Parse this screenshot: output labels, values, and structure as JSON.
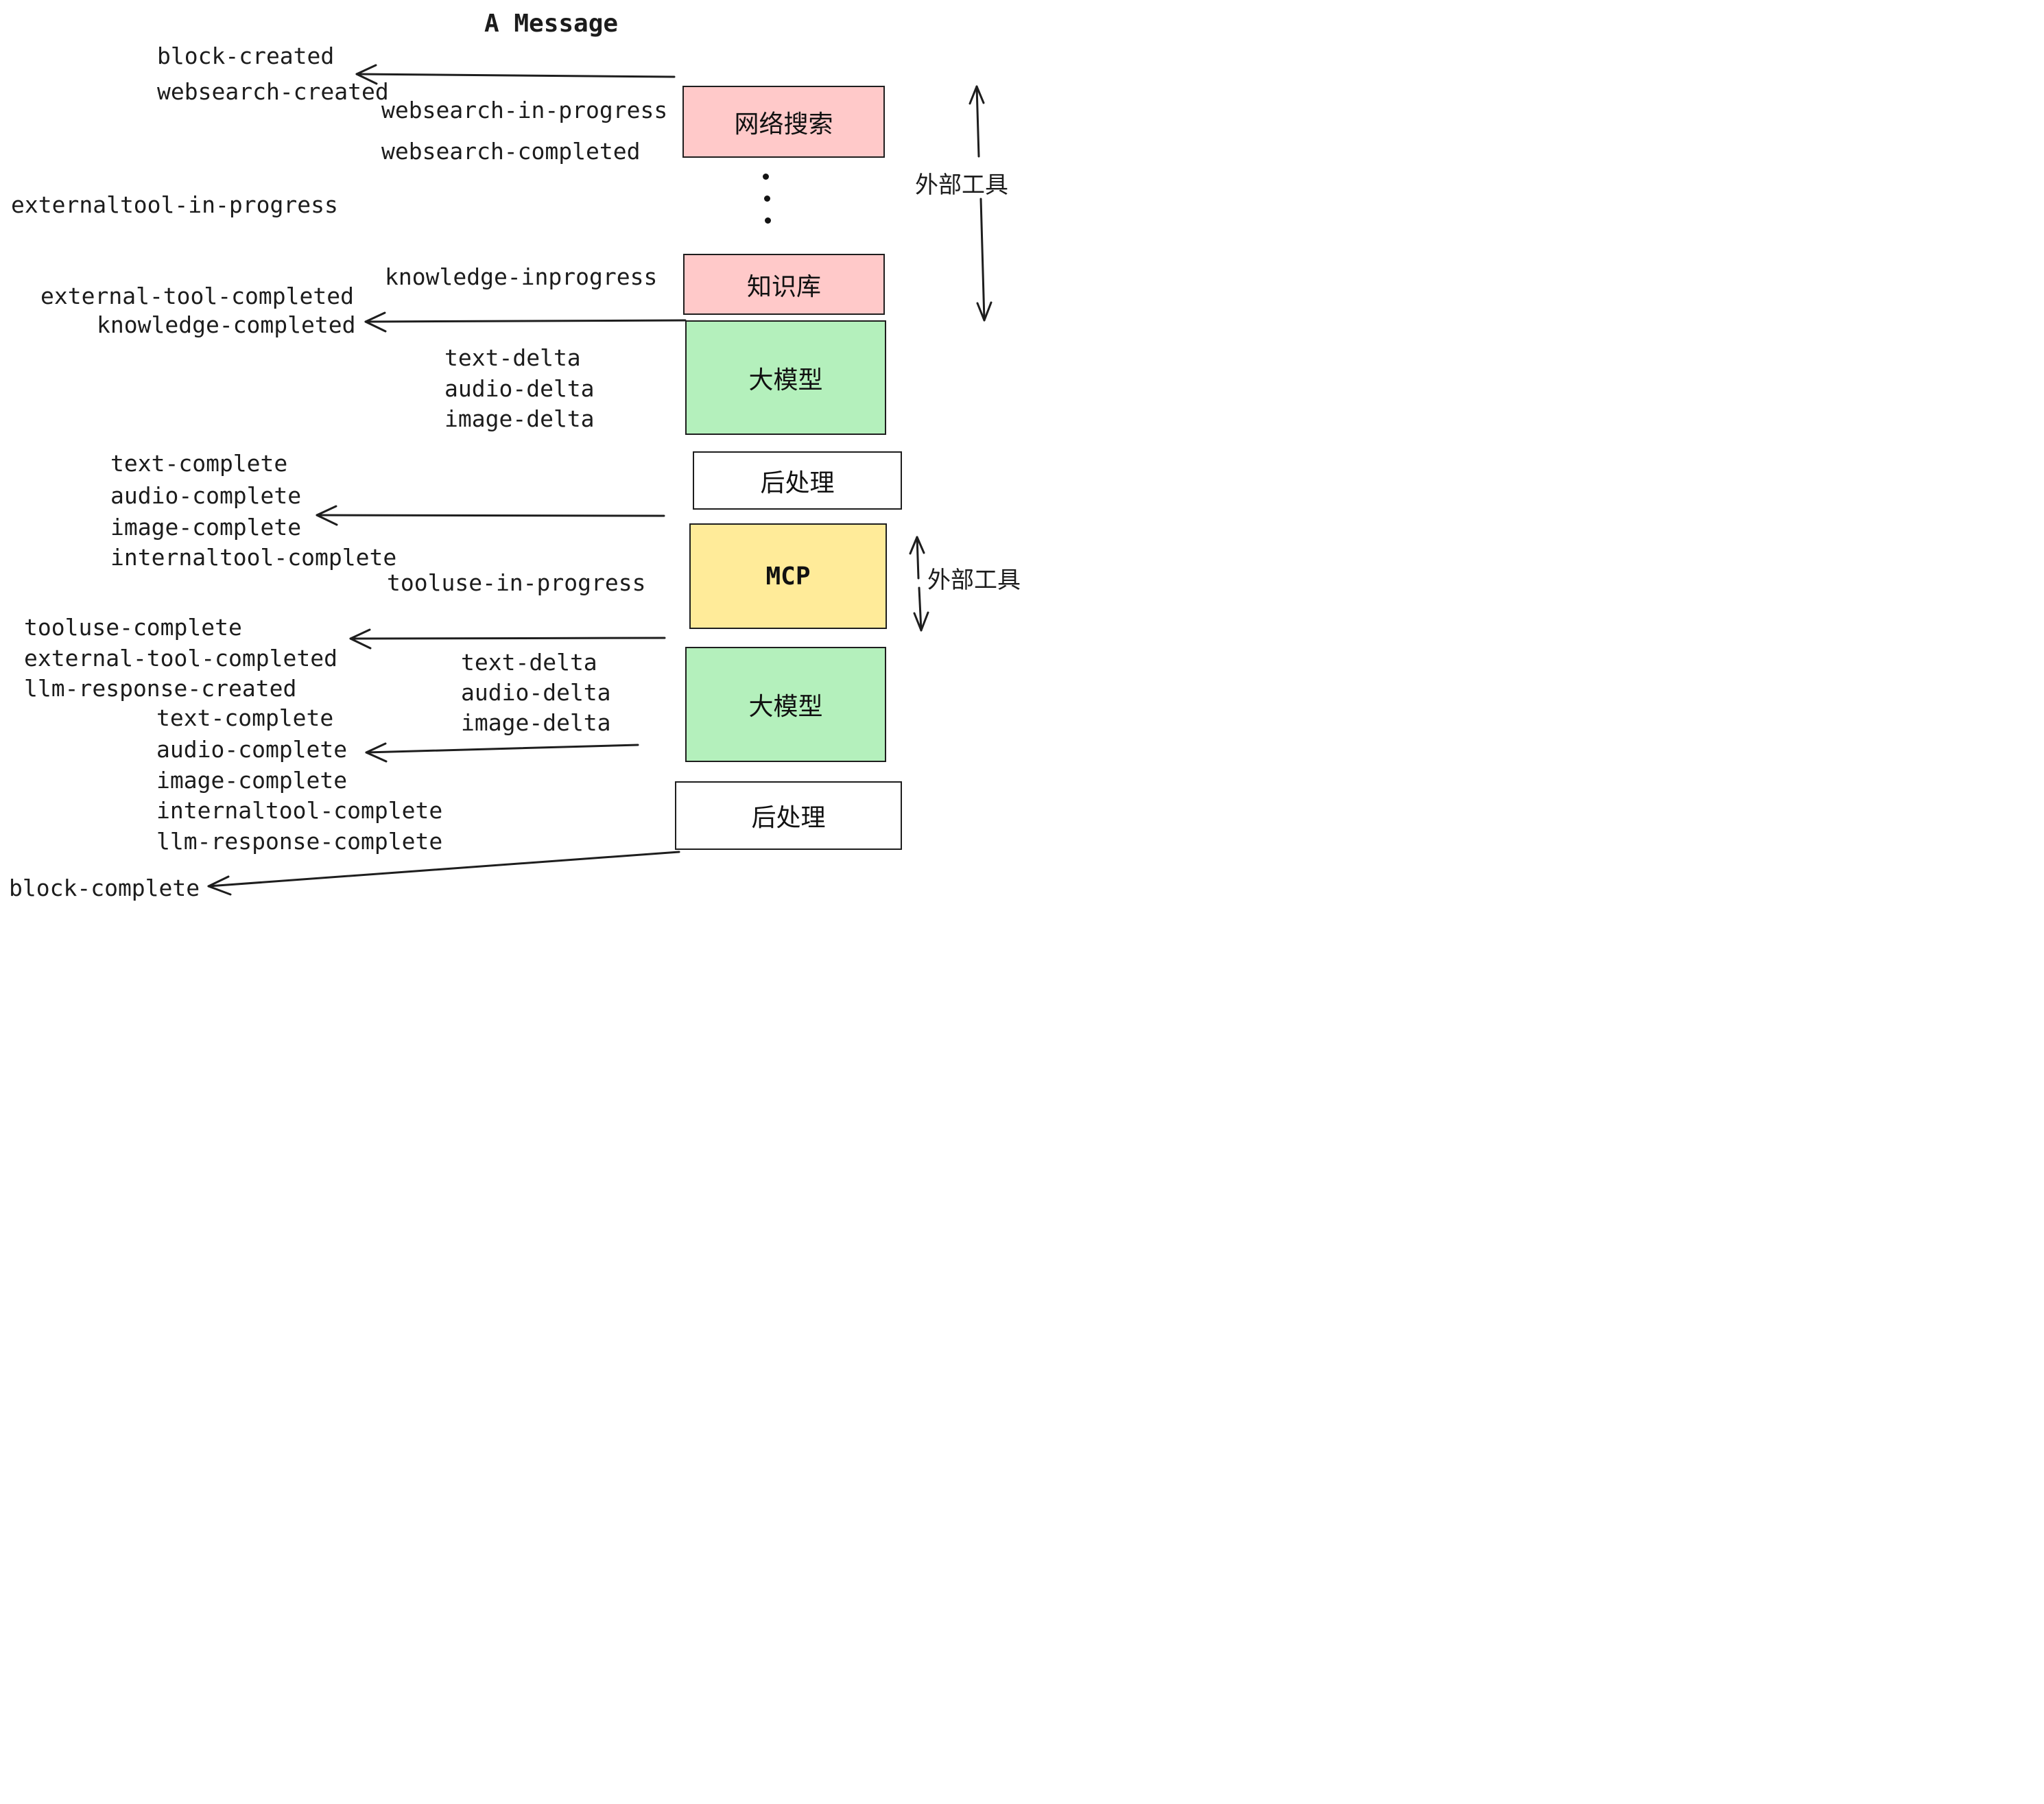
{
  "title": "A Message",
  "colors": {
    "pink": "#FFC9C9",
    "green": "#B4F0BC",
    "yellow": "#FFEB99",
    "white": "#FFFFFF",
    "line": "#1E1E1E"
  },
  "boxes": [
    {
      "id": "websearch",
      "label": "网络搜索",
      "color": "pink"
    },
    {
      "id": "knowledge",
      "label": "知识库",
      "color": "pink"
    },
    {
      "id": "llm-1",
      "label": "大模型",
      "color": "green"
    },
    {
      "id": "postprocess-1",
      "label": "后处理",
      "color": "white"
    },
    {
      "id": "mcp",
      "label": "MCP",
      "color": "yellow"
    },
    {
      "id": "llm-2",
      "label": "大模型",
      "color": "green"
    },
    {
      "id": "postprocess-2",
      "label": "后处理",
      "color": "white"
    }
  ],
  "side_labels": [
    {
      "text": "外部工具"
    },
    {
      "text": "外部工具"
    }
  ],
  "events": [
    {
      "text": "block-created"
    },
    {
      "text": "websearch-created"
    },
    {
      "text": "websearch-in-progress"
    },
    {
      "text": "websearch-completed"
    },
    {
      "text": "externaltool-in-progress"
    },
    {
      "text": "external-tool-completed"
    },
    {
      "text": "knowledge-completed"
    },
    {
      "text": "knowledge-inprogress"
    },
    {
      "text": "text-delta"
    },
    {
      "text": "audio-delta"
    },
    {
      "text": "image-delta"
    },
    {
      "text": "text-complete"
    },
    {
      "text": "audio-complete"
    },
    {
      "text": "image-complete"
    },
    {
      "text": "internaltool-complete"
    },
    {
      "text": "tooluse-in-progress"
    },
    {
      "text": "tooluse-complete"
    },
    {
      "text": "external-tool-completed"
    },
    {
      "text": "llm-response-created"
    },
    {
      "text": "text-complete"
    },
    {
      "text": "audio-complete"
    },
    {
      "text": "image-complete"
    },
    {
      "text": "internaltool-complete"
    },
    {
      "text": "llm-response-complete"
    },
    {
      "text": "text-delta"
    },
    {
      "text": "audio-delta"
    },
    {
      "text": "image-delta"
    },
    {
      "text": "block-complete"
    }
  ]
}
